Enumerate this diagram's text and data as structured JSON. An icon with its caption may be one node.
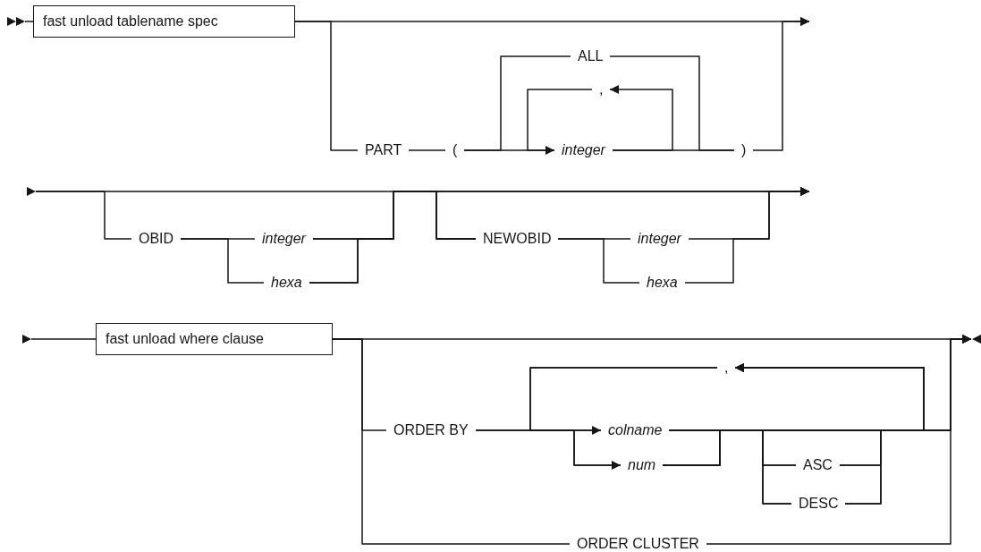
{
  "diagram": {
    "nodes": [
      {
        "text": [
          "fast unload tablename spec"
        ]
      },
      {
        "text": [
          "ALL"
        ]
      },
      {
        "text": [
          ","
        ]
      },
      {
        "text": [
          "PART"
        ]
      },
      {
        "text": [
          "("
        ]
      },
      {
        "text": [
          "integer"
        ]
      },
      {
        "text": [
          ")"
        ]
      },
      {
        "text": [
          "OBID"
        ]
      },
      {
        "text": [
          "integer"
        ]
      },
      {
        "text": [
          "hexa"
        ]
      },
      {
        "text": [
          "NEWOBID"
        ]
      },
      {
        "text": [
          "integer"
        ]
      },
      {
        "text": [
          "hexa"
        ]
      },
      {
        "text": [
          "fast unload where clause"
        ]
      },
      {
        "text": [
          ","
        ]
      },
      {
        "text": [
          "ORDER BY"
        ]
      },
      {
        "text": [
          "colname"
        ]
      },
      {
        "text": [
          "num"
        ]
      },
      {
        "text": [
          "ASC"
        ]
      },
      {
        "text": [
          "DESC"
        ]
      },
      {
        "text": [
          "ORDER CLUSTER"
        ]
      },
      {
        "text": [],
        "shape": "triangle"
      },
      {
        "text": [],
        "shape": "triangle"
      },
      {
        "text": [],
        "shape": "triangle"
      }
    ],
    "edges": [
      {
        "from": 21,
        "to": 0,
        "arrow": "none"
      },
      {
        "from": 0,
        "to": null,
        "arrow": "to"
      },
      {
        "from": 0,
        "to": 3,
        "arrow": "none"
      },
      {
        "from": 3,
        "to": 4,
        "arrow": "none"
      },
      {
        "from": 4,
        "to": 1,
        "arrow": "none"
      },
      {
        "from": 4,
        "to": 5,
        "arrow": "none"
      },
      {
        "from": 1,
        "to": 6,
        "arrow": "none"
      },
      {
        "from": 5,
        "to": 6,
        "arrow": "none"
      },
      {
        "from": 5,
        "to": 2,
        "arrow": "to"
      },
      {
        "from": 2,
        "to": 5,
        "arrow": "to"
      },
      {
        "from": 6,
        "to": null,
        "arrow": "to"
      },
      {
        "from": 22,
        "to": 7,
        "arrow": "none"
      },
      {
        "from": 22,
        "to": 10,
        "arrow": "none"
      },
      {
        "from": 7,
        "to": 8,
        "arrow": "none"
      },
      {
        "from": 7,
        "to": 9,
        "arrow": "none"
      },
      {
        "from": 8,
        "to": 10,
        "arrow": "none"
      },
      {
        "from": 9,
        "to": 10,
        "arrow": "none"
      },
      {
        "from": 8,
        "to": null,
        "arrow": "to"
      },
      {
        "from": 9,
        "to": null,
        "arrow": "to"
      },
      {
        "from": 10,
        "to": 11,
        "arrow": "none"
      },
      {
        "from": 10,
        "to": 12,
        "arrow": "none"
      },
      {
        "from": 11,
        "to": null,
        "arrow": "to"
      },
      {
        "from": 12,
        "to": null,
        "arrow": "to"
      },
      {
        "from": 23,
        "to": 13,
        "arrow": "none"
      },
      {
        "from": 13,
        "to": null,
        "arrow": "to"
      },
      {
        "from": 13,
        "to": 15,
        "arrow": "none"
      },
      {
        "from": 13,
        "to": 20,
        "arrow": "none"
      },
      {
        "from": 15,
        "to": 16,
        "arrow": "none"
      },
      {
        "from": 15,
        "to": 17,
        "arrow": "none"
      },
      {
        "from": 16,
        "to": 18,
        "arrow": "none"
      },
      {
        "from": 16,
        "to": 19,
        "arrow": "none"
      },
      {
        "from": 17,
        "to": 18,
        "arrow": "none"
      },
      {
        "from": 17,
        "to": 19,
        "arrow": "none"
      },
      {
        "from": 16,
        "to": null,
        "arrow": "to"
      },
      {
        "from": 17,
        "to": null,
        "arrow": "to"
      },
      {
        "from": 18,
        "to": null,
        "arrow": "to"
      },
      {
        "from": 19,
        "to": null,
        "arrow": "to"
      },
      {
        "from": 16,
        "to": 14,
        "arrow": "to"
      },
      {
        "from": 17,
        "to": 14,
        "arrow": "to"
      },
      {
        "from": 18,
        "to": 14,
        "arrow": "to"
      },
      {
        "from": 19,
        "to": 14,
        "arrow": "to"
      },
      {
        "from": 14,
        "to": 16,
        "arrow": "to"
      },
      {
        "from": 14,
        "to": 17,
        "arrow": "to"
      },
      {
        "from": 20,
        "to": null,
        "arrow": "to"
      }
    ]
  }
}
